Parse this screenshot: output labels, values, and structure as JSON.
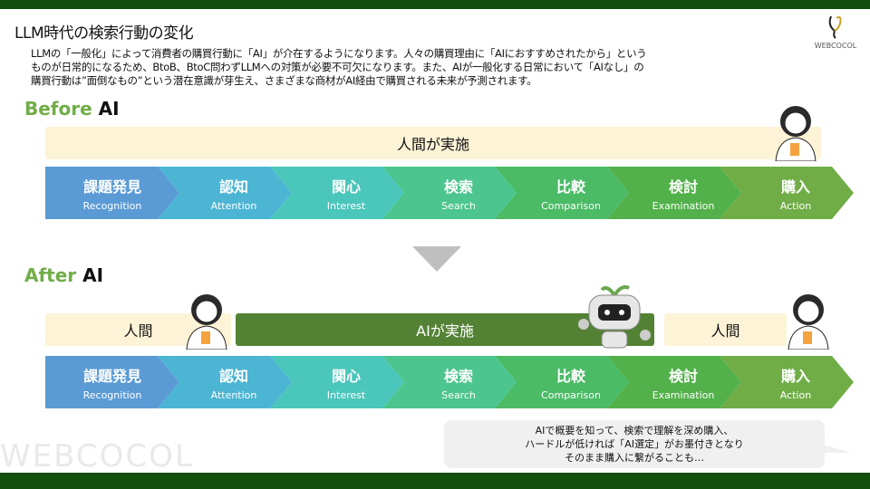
{
  "header": {
    "title": "LLM時代の検索行動の変化",
    "logo_text": "WEBCOCOL"
  },
  "description": [
    "LLMの「一般化」によって消費者の購買行動に「AI」が介在するようになります。人々の購買理由に「AIにおすすめされたから」という",
    "ものが日常的になるため、BtoB、BtoC問わずLLMへの対策が必要不可欠になります。また、AIが一般化する日常において「AIなし」の",
    "購買行動は”面倒なもの”という潜在意識が芽生え、さまざまな商材がAI経由で購買される未来が予測されます。"
  ],
  "before": {
    "label_a": "Before",
    "label_b": "AI",
    "bar": "人間が実施"
  },
  "after": {
    "label_a": "After",
    "label_b": "AI",
    "bar_left": "人間",
    "bar_ai": "AIが実施",
    "bar_right": "人間"
  },
  "steps": [
    {
      "jp": "課題発見",
      "en": "Recognition",
      "color": "#5b9bd5"
    },
    {
      "jp": "認知",
      "en": "Attention",
      "color": "#4bb5d3"
    },
    {
      "jp": "関心",
      "en": "Interest",
      "color": "#4bc6bb"
    },
    {
      "jp": "検索",
      "en": "Search",
      "color": "#4cc58e"
    },
    {
      "jp": "比較",
      "en": "Comparison",
      "color": "#4bbb66"
    },
    {
      "jp": "検討",
      "en": "Examination",
      "color": "#52b14a"
    },
    {
      "jp": "購入",
      "en": "Action",
      "color": "#70ad47"
    }
  ],
  "bubble": [
    "AIで概要を知って、検索で理解を深め購入、",
    "ハードルが低ければ「AI選定」がお墨付きとなり",
    "そのまま購入に繋がることも…"
  ],
  "watermark": "WEBCOCOL"
}
